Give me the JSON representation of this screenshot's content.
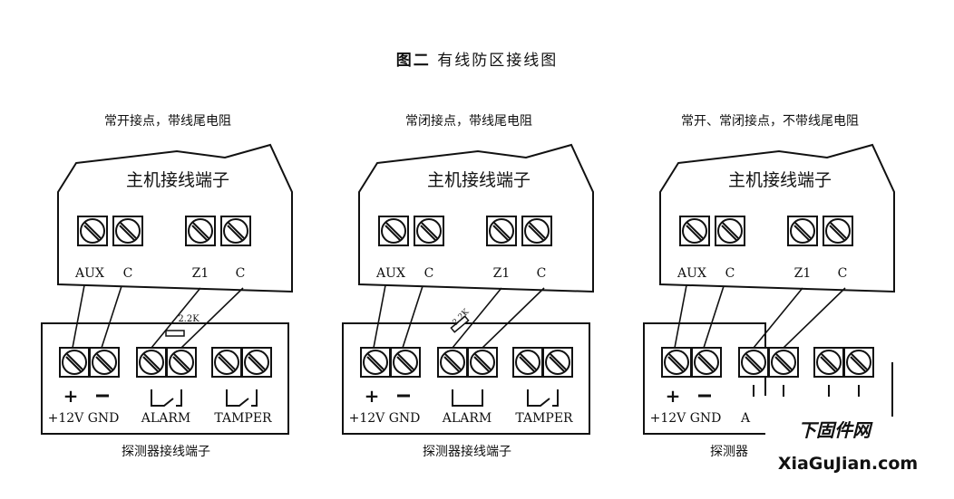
{
  "title": {
    "prefix": "图二",
    "main": "有线防区接线图"
  },
  "panels": [
    {
      "caption": "常开接点，带线尾电阻",
      "host_label": "主机接线端子",
      "host_terminals": [
        "AUX",
        "C",
        "Z1",
        "C"
      ],
      "detector_terminals": [
        "+12V GND",
        "ALARM",
        "TAMPER"
      ],
      "detector_label": "探测器接线端子",
      "resistor_label": "2.2K"
    },
    {
      "caption": "常闭接点，带线尾电阻",
      "host_label": "主机接线端子",
      "host_terminals": [
        "AUX",
        "C",
        "Z1",
        "C"
      ],
      "detector_terminals": [
        "+12V GND",
        "ALARM",
        "TAMPER"
      ],
      "detector_label": "探测器接线端子",
      "resistor_label": "2.2K"
    },
    {
      "caption": "常开、常闭接点，不带线尾电阻",
      "host_label": "主机接线端子",
      "host_terminals": [
        "AUX",
        "C",
        "Z1",
        "C"
      ],
      "detector_terminals": [
        "+12V GND",
        "A"
      ],
      "detector_label": "探测器",
      "resistor_label": ""
    }
  ],
  "watermark": {
    "cn": "下固件网",
    "en": "XiaGuJian.com",
    "color": "#e0151b"
  }
}
